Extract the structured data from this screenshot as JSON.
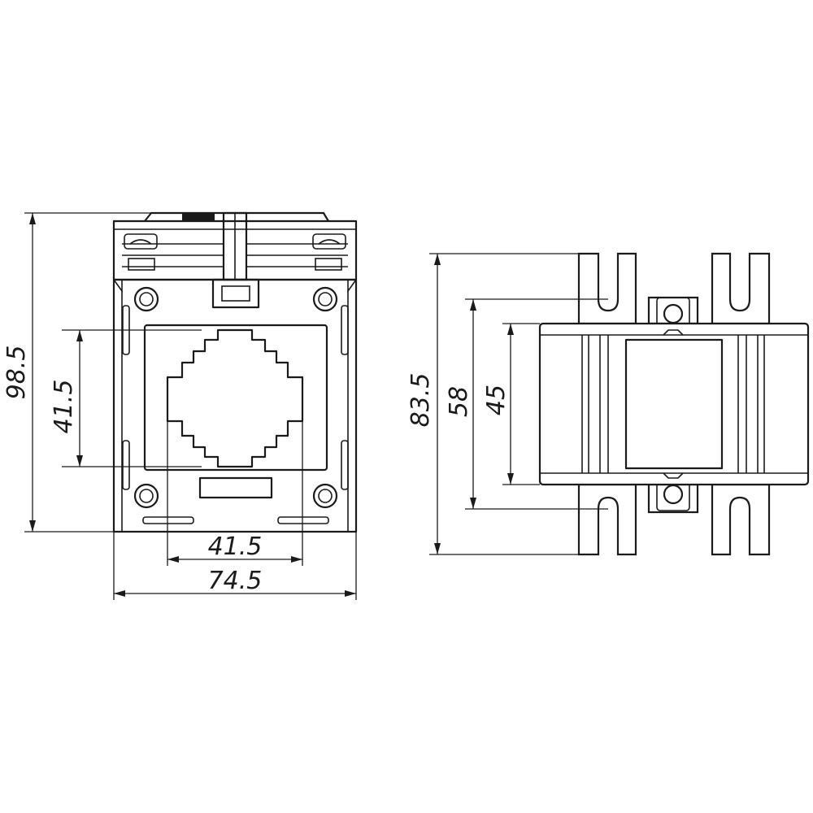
{
  "drawing": {
    "front_view": {
      "height_dimension": "98.5",
      "window_height_dimension": "41.5",
      "window_width_dimension": "41.5",
      "width_dimension": "74.5"
    },
    "side_view": {
      "overall_height_dimension": "83.5",
      "terminal_span_dimension": "58",
      "body_height_dimension": "45"
    },
    "line_color": "#1a1a1a",
    "background_color": "#ffffff"
  }
}
